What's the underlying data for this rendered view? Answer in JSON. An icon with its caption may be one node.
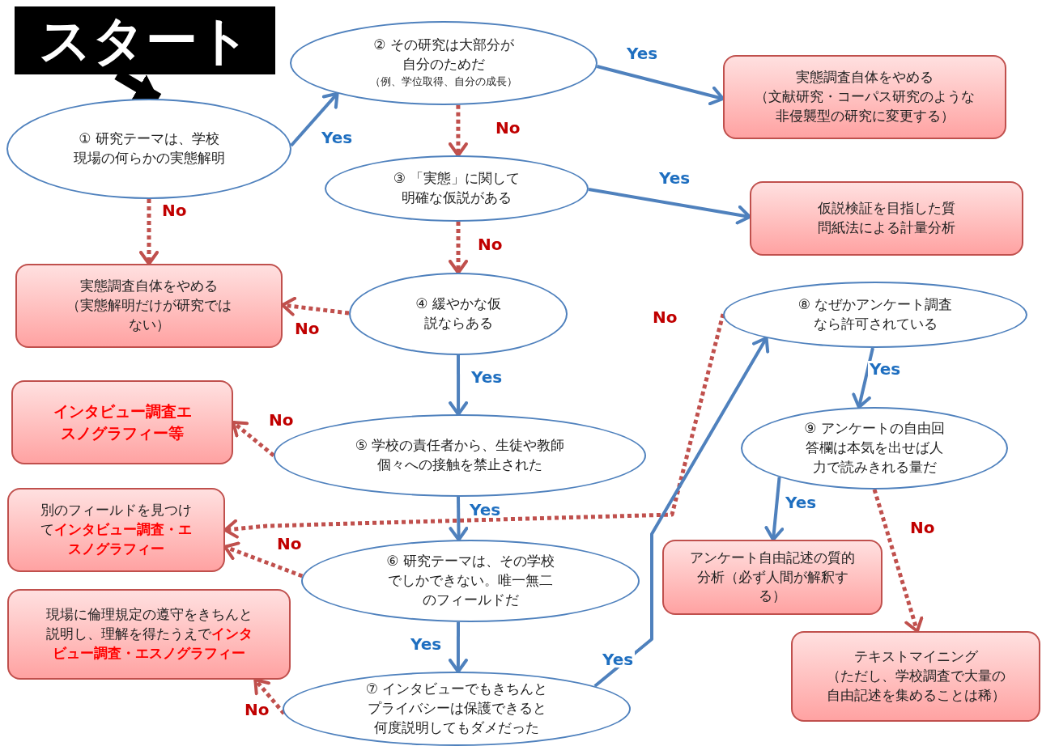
{
  "diagram": {
    "nodes": [
      {
        "text": [
          "スタート"
        ]
      },
      {
        "text": [
          "① 研究テーマは、学校現場の何らかの実態解明"
        ]
      },
      {
        "text": [
          "② その研究は大部分が自分のためだ",
          "（例、学位取得、自分の成長）"
        ]
      },
      {
        "text": [
          "実態調査自体をやめる",
          "（文献研究・コーパス研究のような非侵襲型の研究に変更する）"
        ]
      },
      {
        "text": [
          "③ 「実態」に関して明確な仮説がある"
        ]
      },
      {
        "text": [
          "仮説検証を目指した質問紙法による計量分析"
        ]
      },
      {
        "text": [
          "実態調査自体をやめる",
          "（実態解明だけが研究ではない）"
        ]
      },
      {
        "text": [
          "④ 緩やかな仮説ならある"
        ]
      },
      {
        "text": [
          "⑧ なぜかアンケート調査なら許可されている"
        ]
      },
      {
        "text": [
          "インタビュー調査エスノグラフィー等"
        ]
      },
      {
        "text": [
          "⑤ 学校の責任者から、生徒や教師個々への接触を禁止された"
        ]
      },
      {
        "text": [
          "⑨ アンケートの自由回答欄は本気を出せば人力で読みきれる量だ"
        ]
      },
      {
        "text": [
          "別のフィールドを見つけて**インタビュー調査・エスノグラフィー**"
        ]
      },
      {
        "text": [
          "⑥ 研究テーマは、その学校でしかできない。唯一無二のフィールドだ"
        ]
      },
      {
        "text": [
          "アンケート自由記述の質的分析（必ず人間が解釈する）"
        ]
      },
      {
        "text": [
          "現場に倫理規定の遵守をきちんと説明し、理解を得たうえで**インタビュー調査・エスノグラフィー**"
        ]
      },
      {
        "text": [
          "⑦ インタビューでもきちんとプライバシーは保護できると何度説明してもダメだった"
        ]
      },
      {
        "text": [
          "テキストマイニング",
          "（ただし、学校調査で大量の自由記述を集めることは稀）"
        ]
      }
    ],
    "edges": [
      {
        "from": 0,
        "to": 1,
        "arrow": "to",
        "style": "thick",
        "color": "#000000"
      },
      {
        "from": 1,
        "to": 2,
        "arrow": "to",
        "label": "Yes"
      },
      {
        "from": 2,
        "to": 3,
        "arrow": "to",
        "label": "Yes"
      },
      {
        "from": 2,
        "to": 4,
        "arrow": "to",
        "label": "No",
        "style": "dashed",
        "color": "#c0504d"
      },
      {
        "from": 1,
        "to": 6,
        "arrow": "to",
        "label": "No",
        "style": "dashed",
        "color": "#c0504d"
      },
      {
        "from": 4,
        "to": 5,
        "arrow": "to",
        "label": "Yes"
      },
      {
        "from": 4,
        "to": 7,
        "arrow": "to",
        "label": "No",
        "style": "dashed",
        "color": "#c0504d"
      },
      {
        "from": 7,
        "to": 6,
        "arrow": "to",
        "label": "No",
        "style": "dashed",
        "color": "#c0504d"
      },
      {
        "from": 7,
        "to": 10,
        "arrow": "to",
        "label": "Yes"
      },
      {
        "from": 10,
        "to": 9,
        "arrow": "to",
        "label": "No",
        "style": "dashed",
        "color": "#c0504d"
      },
      {
        "from": 8,
        "to": 12,
        "arrow": "to",
        "label": "No",
        "style": "dashed",
        "color": "#c0504d"
      },
      {
        "from": 10,
        "to": 13,
        "arrow": "to",
        "label": "Yes"
      },
      {
        "from": 13,
        "to": 12,
        "arrow": "to",
        "label": "No",
        "style": "dashed",
        "color": "#c0504d"
      },
      {
        "from": 13,
        "to": 16,
        "arrow": "to",
        "label": "Yes"
      },
      {
        "from": 16,
        "to": 15,
        "arrow": "to",
        "label": "No",
        "style": "dashed",
        "color": "#c0504d"
      },
      {
        "from": 16,
        "to": 8,
        "arrow": "to",
        "label": "Yes"
      },
      {
        "from": 8,
        "to": 11,
        "arrow": "to",
        "label": "Yes"
      },
      {
        "from": 11,
        "to": 14,
        "arrow": "to",
        "label": "Yes"
      },
      {
        "from": 11,
        "to": 17,
        "arrow": "to",
        "label": "No",
        "style": "dashed",
        "color": "#c0504d"
      }
    ]
  }
}
